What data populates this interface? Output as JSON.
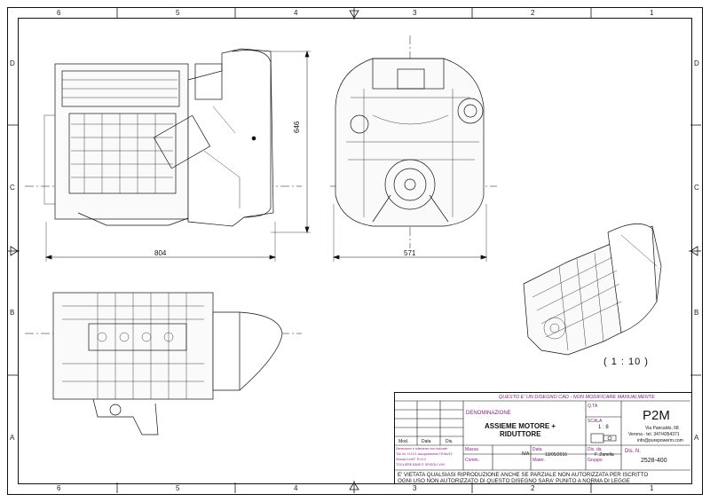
{
  "drawing": {
    "zones_top": [
      "6",
      "5",
      "4",
      "3",
      "2",
      "1"
    ],
    "zones_bottom": [
      "6",
      "5",
      "4",
      "3",
      "2",
      "1"
    ],
    "zones_left": [
      "D",
      "C",
      "B",
      "A"
    ],
    "zones_right": [
      "D",
      "C",
      "B",
      "A"
    ],
    "dimension_width_side": "804",
    "dimension_height_side": "646",
    "dimension_width_front": "571",
    "scale_label": "( 1 : 10 )"
  },
  "title_block": {
    "notice_cad": "QUESTO E' UN DISEGNO CAD - NON MODIFICARE MANUALMENTE",
    "rev_headers": [
      "Mod.",
      "Data",
      "Dis."
    ],
    "denominazione_label": "DENOMINAZIONE",
    "title_line1": "ASSIEME MOTORE +",
    "title_line2": "RIDUTTORE",
    "qta_label": "Q.TA",
    "scala_label": "SCALA",
    "scala_value": "1 : 8",
    "company": "P2M",
    "address1": "Via Pancaldo, 68",
    "address2": "Verona - tel. 347/4354371",
    "email": "info@purepowerm.com",
    "tolerance1": "Dimensioni e tolleranze non indicate:",
    "tolerance2": "Toll. lin. H-13.1 accoppiamenti H7/ah/13",
    "tolerance3": "Smussi 1x45°, R=0.3",
    "tolerance4": "TOGLIERE BAVE E SPIGOLI VIVI",
    "massa_label": "Massa",
    "massa_value": "N/A",
    "data_label": "Data",
    "data_value": "13/05/2016",
    "disegn_label": "Dis. da",
    "disegn_value": "F. Zanella",
    "dis_n_label": "Dis. N.",
    "dis_n_value": "2528-400",
    "comm_label": "Comm.",
    "mat_label": "Mater.",
    "gruppo_label": "Gruppo",
    "legal1": "E' VIETATA QUALSIASI RIPRODUZIONE ANCHE SE PARZIALE NON AUTORIZZATA PER ISCRITTO",
    "legal2": "OGNI USO NON AUTORIZZATO DI QUESTO DISEGNO SARA' PUNITO A NORMA DI LEGGE"
  }
}
